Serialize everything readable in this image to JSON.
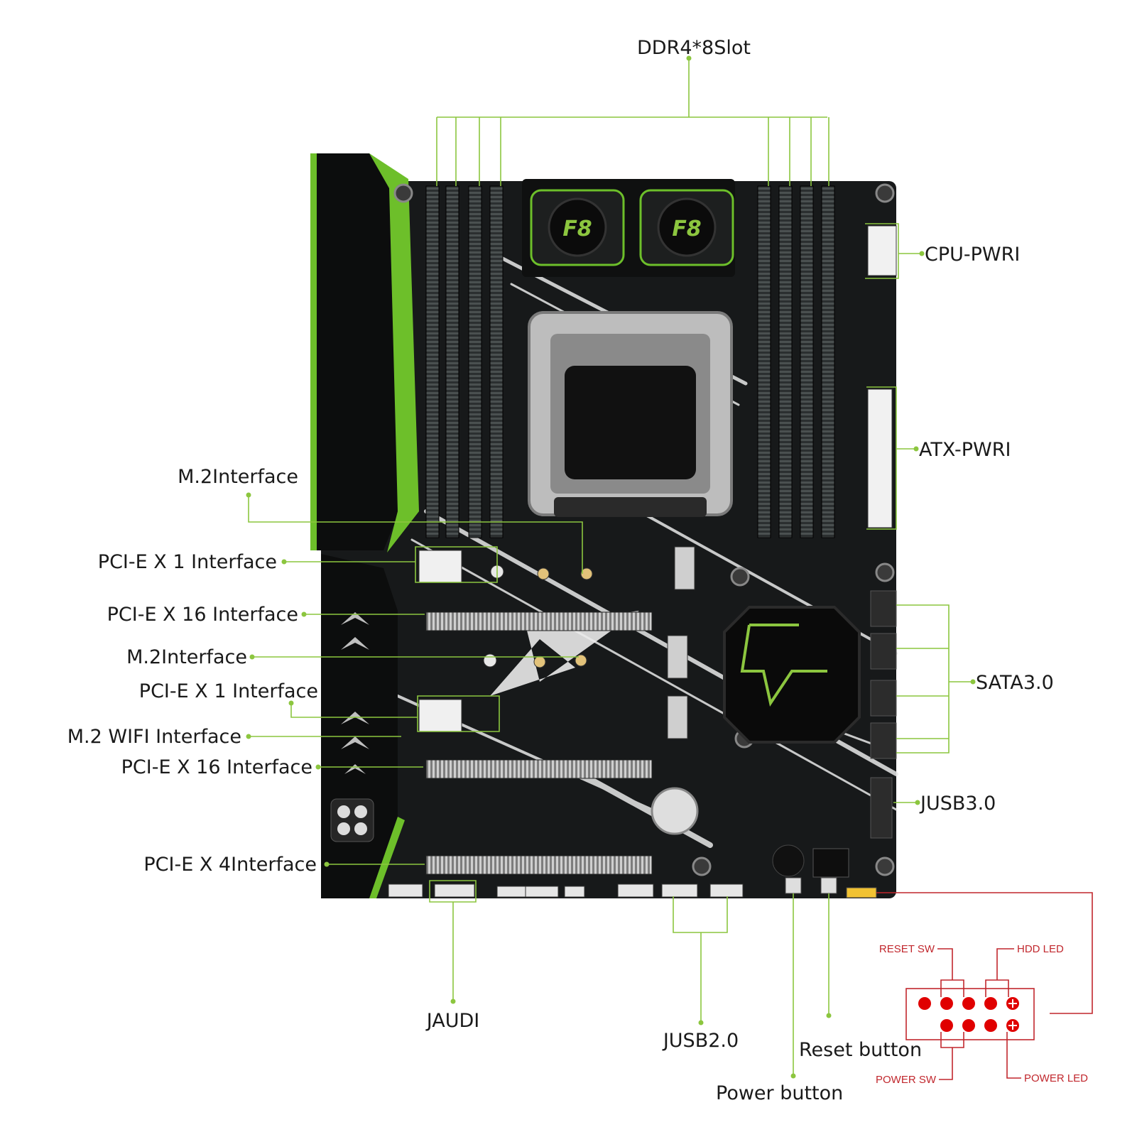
{
  "colors": {
    "accent_green": "#8cc63f",
    "board": "#17191a",
    "panel_red": "#c1272d"
  },
  "labels": {
    "ddr4": "DDR4*8Slot",
    "cpu_pwr": "CPU-PWRI",
    "atx_pwr": "ATX-PWRI",
    "m2_top": "M.2Interface",
    "pcie_x1_a": "PCI-E X 1 Interface",
    "pcie_x16_a": "PCI-E X 16 Interface",
    "m2_mid": "M.2Interface",
    "pcie_x1_b": "PCI-E X 1 Interface",
    "m2_wifi": "M.2 WIFI Interface",
    "pcie_x16_b": "PCI-E X 16 Interface",
    "pcie_x4": "PCI-E X 4Interface",
    "sata": "SATA3.0",
    "jusb3": "JUSB3.0",
    "jaudi": "JAUDI",
    "jusb2": "JUSB2.0",
    "reset_button": "Reset button",
    "power_button": "Power button"
  },
  "board_marks": {
    "fan_logo_1": "F8",
    "fan_logo_2": "F8"
  },
  "front_panel": {
    "reset_sw": "RESET SW",
    "hdd_led": "HDD LED",
    "power_sw": "POWER SW",
    "power_led": "POWER LED"
  }
}
